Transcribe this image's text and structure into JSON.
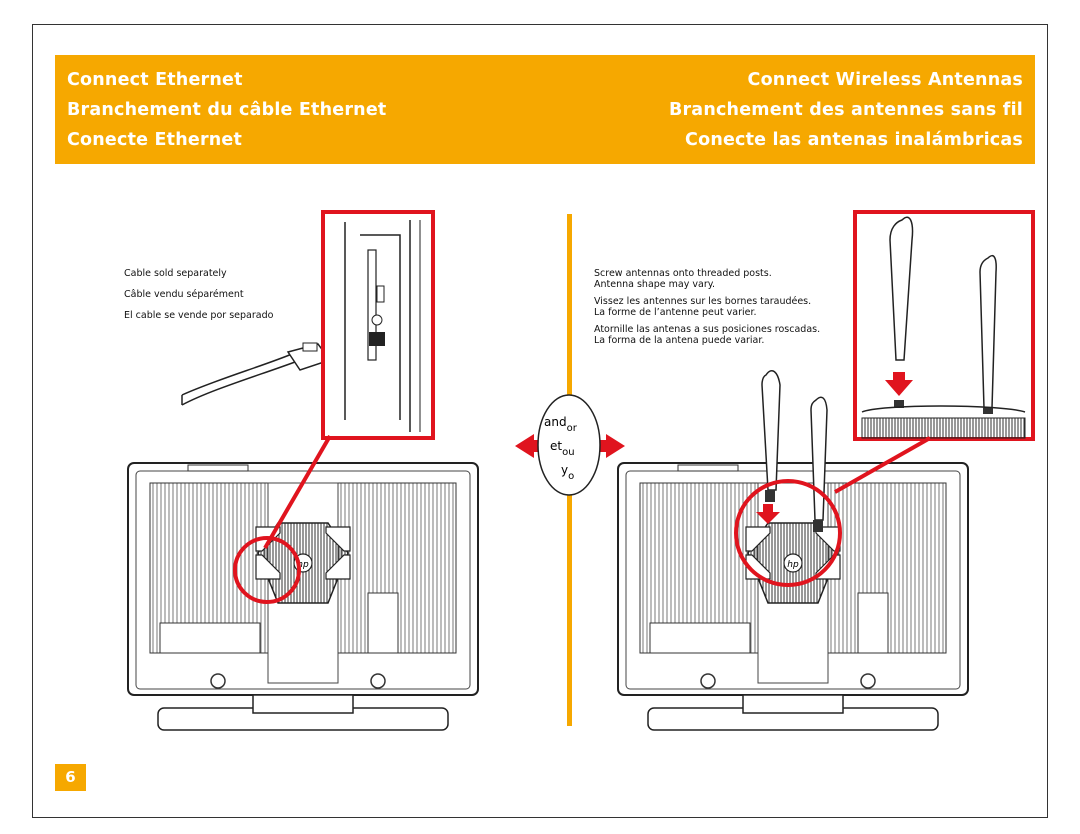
{
  "header": {
    "left_lines": [
      "Connect Ethernet",
      "Branchement du câble Ethernet",
      "Conecte Ethernet"
    ],
    "right_lines": [
      "Connect Wireless Antennas",
      "Branchement des antennes sans fil",
      "Conecte las antenas inalámbricas"
    ]
  },
  "ethernet_notes": [
    "Cable sold separately",
    "Câble vendu séparément",
    "El cable se vende por separado"
  ],
  "antenna_notes": [
    [
      "Screw antennas onto threaded posts.",
      "Antenna shape may vary."
    ],
    [
      "Vissez les antennes sur les bornes taraudées.",
      "La forme de l’antenne peut varier."
    ],
    [
      "Atornille las antenas a sus posiciones roscadas.",
      "La forma de la antena puede variar."
    ]
  ],
  "andor_oval": {
    "lines": [
      {
        "main": "and",
        "sub": "or"
      },
      {
        "main": "et",
        "sub": "ou"
      },
      {
        "main": "y",
        "sub": "o"
      }
    ]
  },
  "page_number": "6",
  "colors": {
    "accent": "#f6a800",
    "callout": "#e0141e",
    "banner_text": "#ffffff"
  },
  "icons": [
    "hp-logo-icon",
    "ethernet-plug-icon",
    "double-arrow-icon",
    "down-arrow-icon"
  ]
}
